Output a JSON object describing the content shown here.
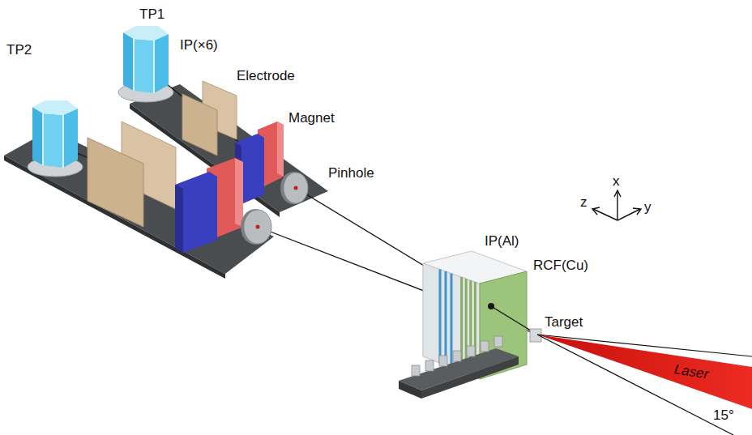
{
  "diagram": {
    "labels": [
      "TP1",
      "TP2",
      "IP(×6)",
      "Electrode",
      "Magnet",
      "Pinhole",
      "IP(Al)",
      "RCF(Cu)",
      "Target",
      "Laser",
      "15°",
      "z",
      "x",
      "y"
    ]
  }
}
